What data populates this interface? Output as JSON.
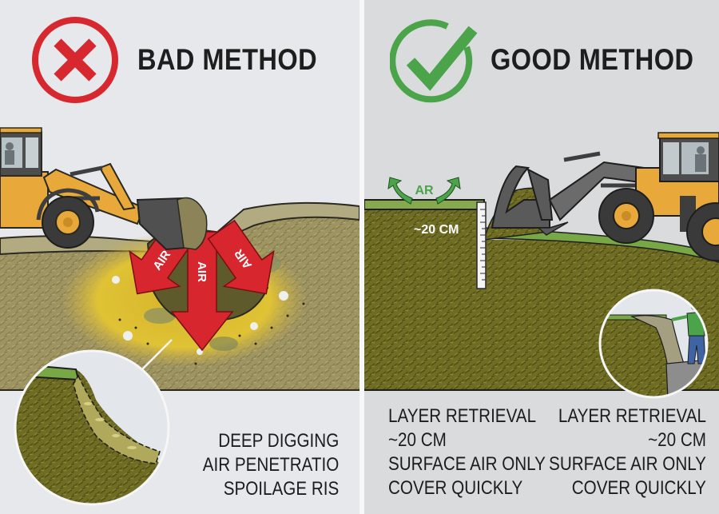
{
  "infographic": {
    "topic": "Silage face retrieval: bad vs good method",
    "colors": {
      "bad_red": "#d7282f",
      "good_green": "#4ba34a",
      "loader_yellow": "#e8a93a",
      "silage_green": "#6e6a23",
      "mold_yellow": "#e3c02a",
      "air_arrow_red": "#d8262e",
      "panel_bg_left": "#e6e8eb",
      "panel_bg_right": "#d9dbdd",
      "text_dark": "#1e1e1e"
    }
  },
  "bad": {
    "icon": "x-circle-icon",
    "title": "BAD METHOD",
    "arrow_labels": [
      "AIR",
      "AIR",
      "AIR"
    ],
    "inset": "loose-crumbled-face-closeup",
    "caption": [
      "DEEP DIGGING",
      "AIR PENETRATIO",
      "SPOILAGE RIS"
    ]
  },
  "good": {
    "icon": "check-circle-icon",
    "title": "GOOD METHOD",
    "air_label": "AR",
    "depth_label": "~20 CM",
    "inset": "worker-covering-silage-closeup",
    "caption_a": [
      "LAYER RETRIEVAL",
      "~20 CM",
      "SURFACE AIR ONLY",
      "COVER QUICKLY"
    ],
    "caption_b": [
      "LAYER RETRIEVAL",
      "~20 CM",
      "SURFACE AIR ONLY",
      "COVER QUICKLY"
    ]
  }
}
